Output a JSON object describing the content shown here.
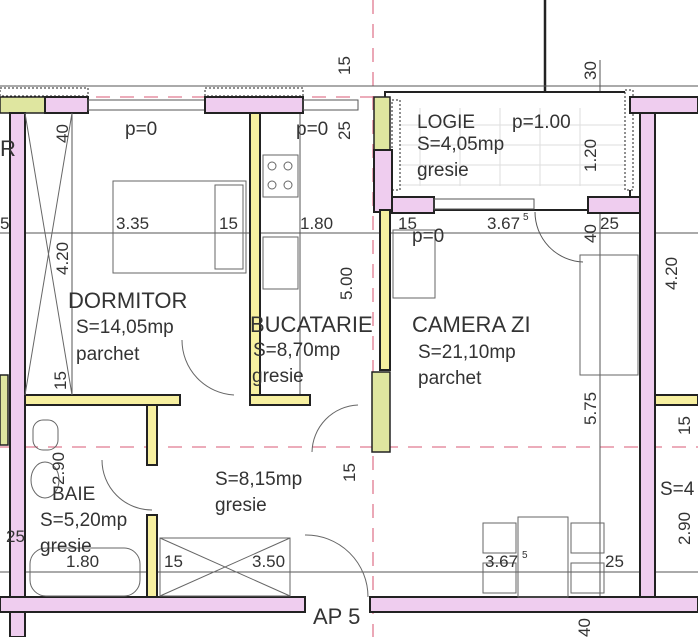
{
  "plan": {
    "apartment_label": "AP 5",
    "rooms": {
      "dormitor": {
        "name": "DORMITOR",
        "area": "S=14,05mp",
        "floor": "parchet",
        "level": "p=0"
      },
      "bucatarie": {
        "name": "BUCATARIE",
        "area": "S=8,70mp",
        "floor": "gresie",
        "level": "p=0"
      },
      "camera_zi": {
        "name": "CAMERA ZI",
        "area": "S=21,10mp",
        "floor": "parchet",
        "level": "p=0"
      },
      "logie": {
        "name": "LOGIE",
        "area": "S=4,05mp",
        "floor": "gresie",
        "level": "p=1.00"
      },
      "hol": {
        "area": "S=8,15mp",
        "floor": "gresie"
      },
      "baie": {
        "name": "BAIE",
        "area": "S=5,20mp",
        "floor": "gresie"
      },
      "left_partial": "R",
      "right_partial": "S=4"
    },
    "dimensions": {
      "d_335": "3.35",
      "d_15a": "15",
      "d_180a": "1.80",
      "d_15b": "15",
      "d_367a": "3.67",
      "d_367a_sup": "5",
      "d_40a": "40",
      "d_25a": "25",
      "d_420a": "4.20",
      "d_420b": "4.20",
      "d_40b": "40",
      "d_25b": "25",
      "d_15top": "15",
      "d_25top": "25",
      "d_30top": "30",
      "d_120": "1.20",
      "d_500": "5.00",
      "d_575": "5.75",
      "d_15c": "15",
      "d_15d": "15",
      "d_290a": "2.90",
      "d_290b": "2.90",
      "d_25c": "25",
      "d_180b": "1.80",
      "d_15e": "15",
      "d_350": "3.50",
      "d_367b": "3.67",
      "d_367b_sup": "5",
      "d_25d": "25",
      "d_15f": "15",
      "d_40c": "40",
      "d_5": "5"
    }
  }
}
